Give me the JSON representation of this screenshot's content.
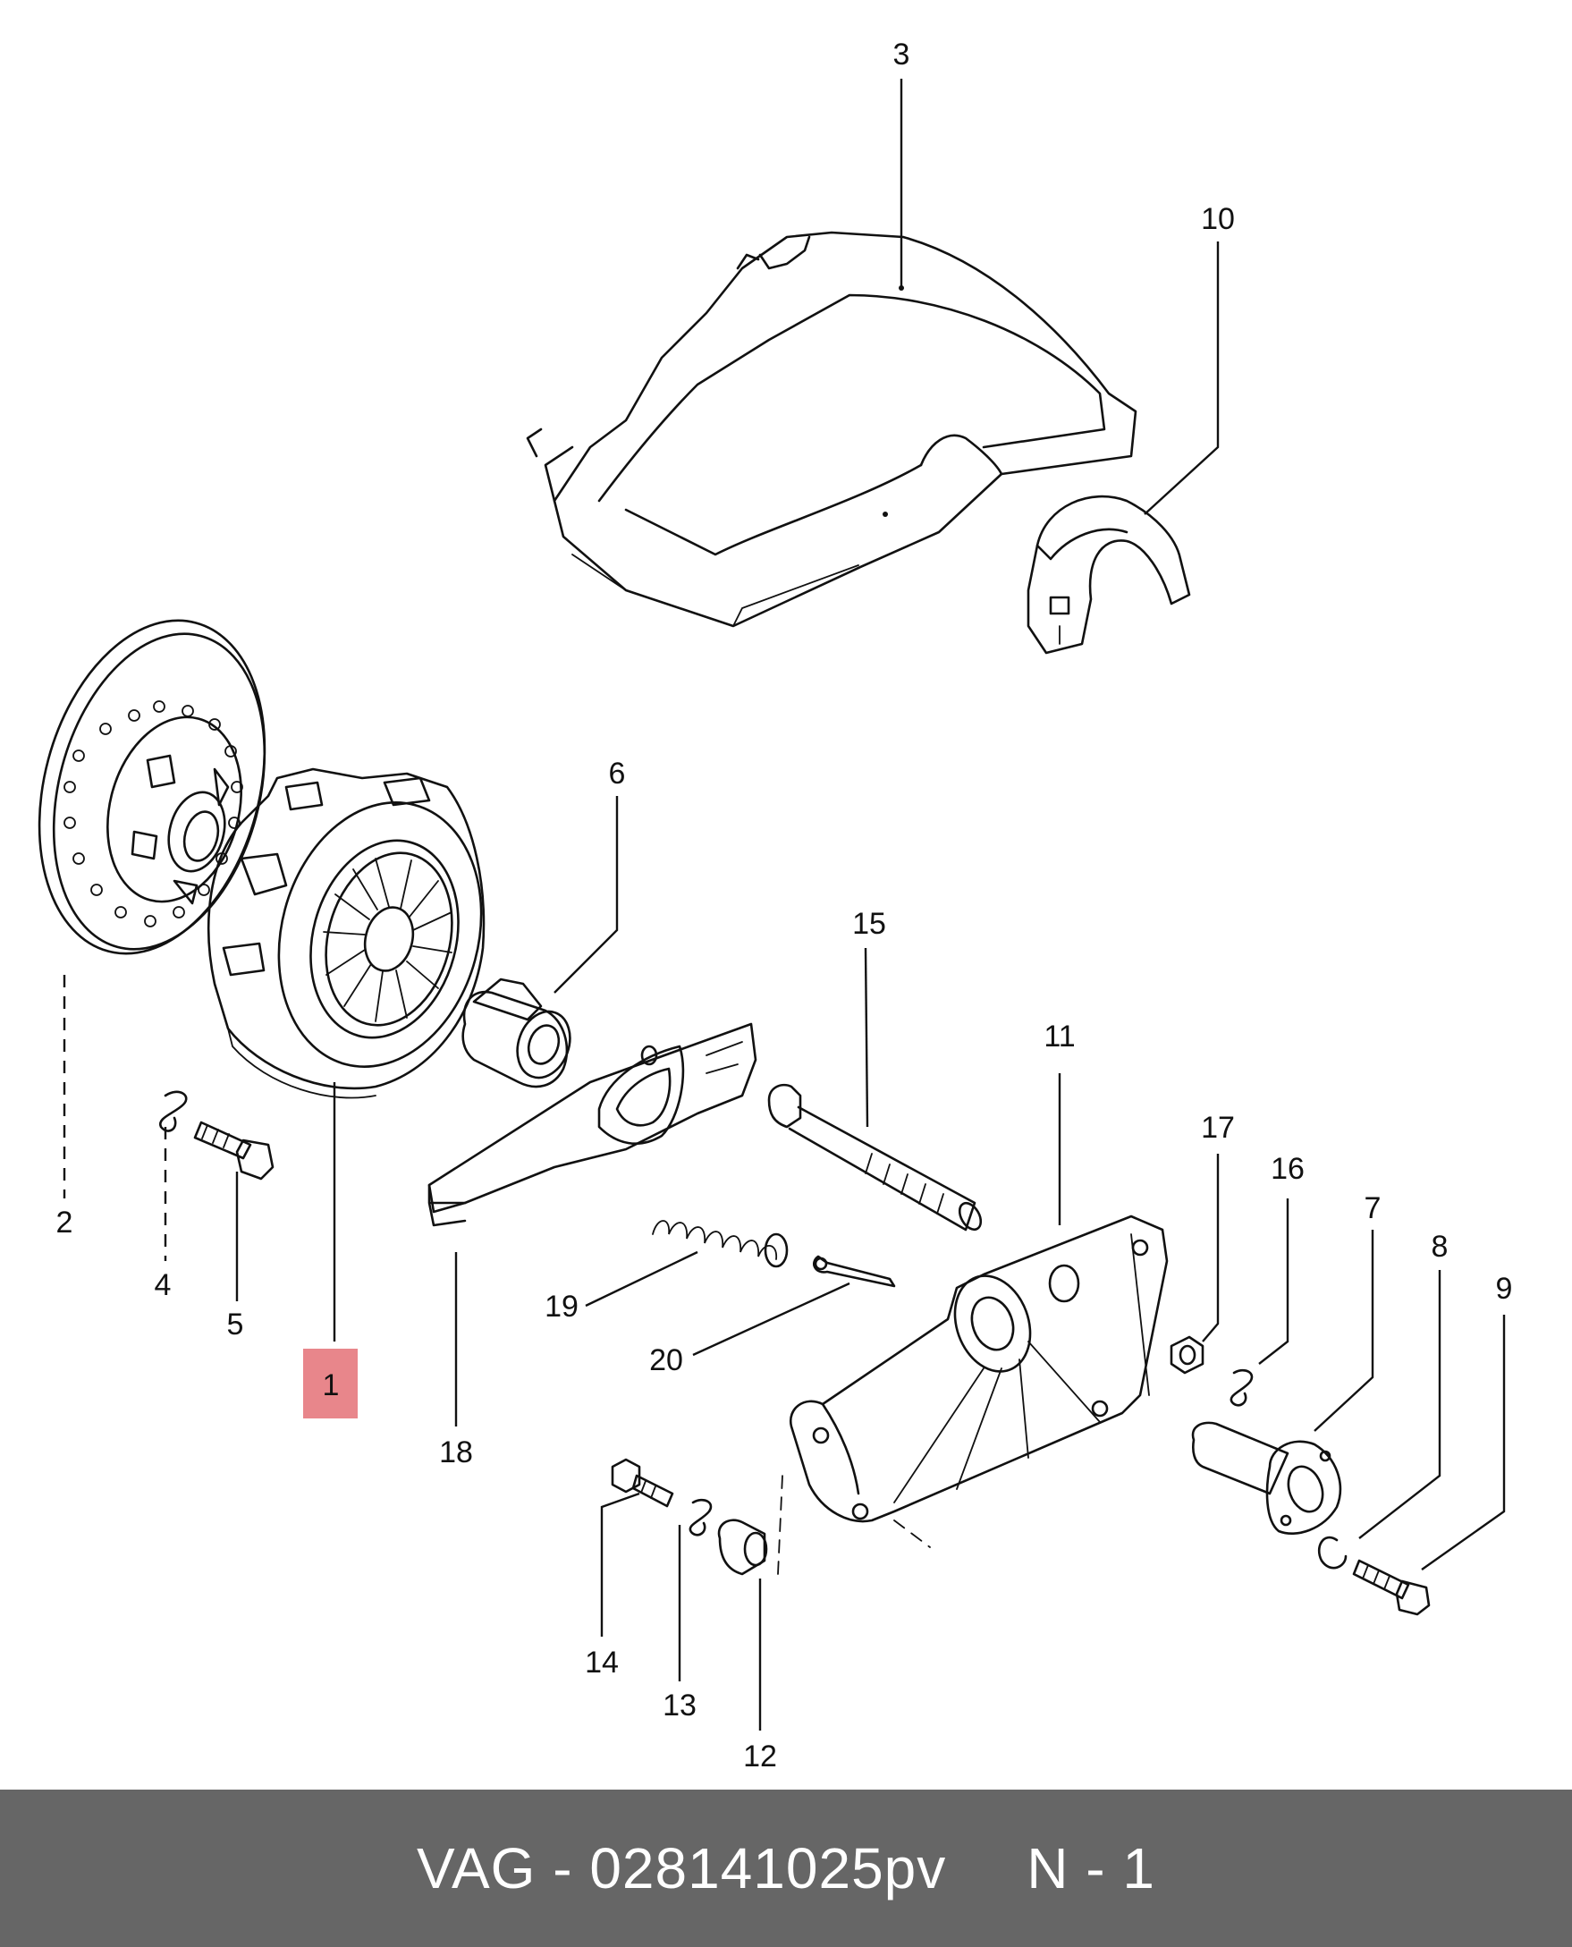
{
  "callouts": {
    "c1": "1",
    "c2": "2",
    "c3": "3",
    "c4": "4",
    "c5": "5",
    "c6": "6",
    "c7": "7",
    "c8": "8",
    "c9": "9",
    "c10": "10",
    "c11": "11",
    "c12": "12",
    "c13": "13",
    "c14": "14",
    "c15": "15",
    "c16": "16",
    "c17": "17",
    "c18": "18",
    "c19": "19",
    "c20": "20"
  },
  "highlight": {
    "part": "1",
    "color": "#e8868b"
  },
  "footer": {
    "part_number": "VAG - 028141025pv",
    "page_ref": "N - 1",
    "background": "#666666"
  }
}
